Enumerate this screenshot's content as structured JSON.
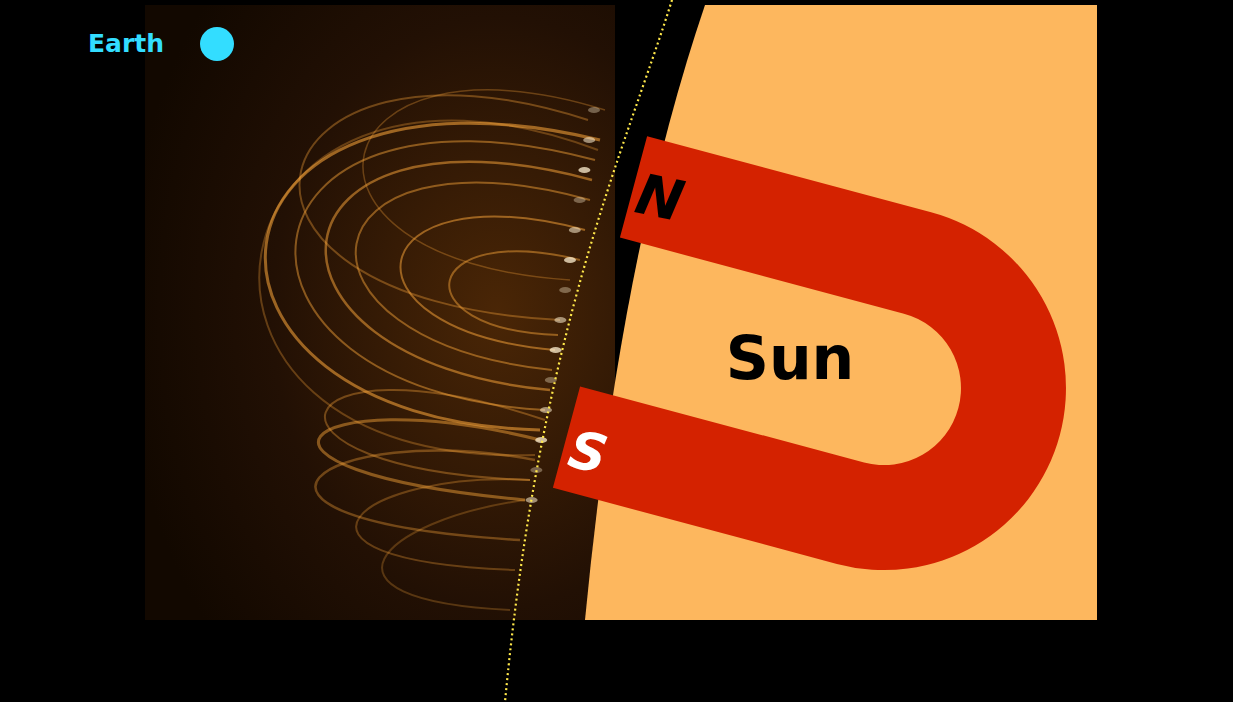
{
  "diagram": {
    "nodes": [
      {
        "text": [
          "Sun"
        ]
      },
      {
        "text": [
          "N",
          "S"
        ],
        "in": 0
      }
    ],
    "labels": [
      "Earth"
    ]
  }
}
